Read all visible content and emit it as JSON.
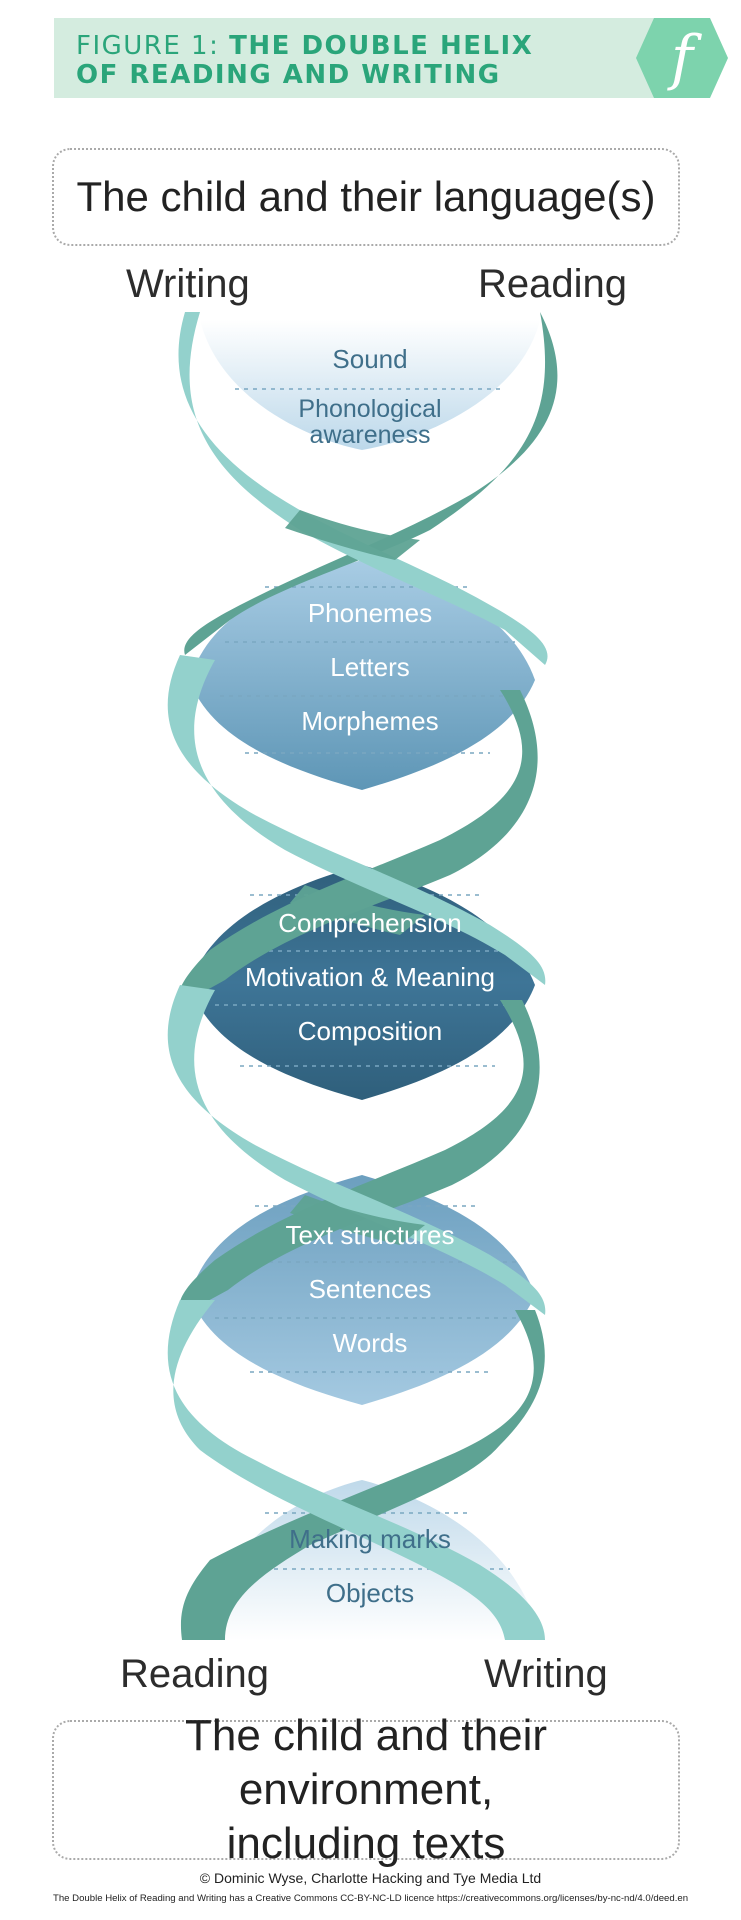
{
  "figure": {
    "label": "FIGURE 1:",
    "title_line1": "THE DOUBLE HELIX",
    "title_line2": "OF READING AND WRITING",
    "logo_letter": "f"
  },
  "top_box": "The child and their language(s)",
  "top_left": "Writing",
  "top_right": "Reading",
  "rungs": {
    "r1": "Sound",
    "r2a": "Phonological",
    "r2b": "awareness",
    "r3": "Phonemes",
    "r4": "Letters",
    "r5": "Morphemes",
    "r6": "Comprehension",
    "r7": "Motivation & Meaning",
    "r8": "Composition",
    "r9": "Text structures",
    "r10": "Sentences",
    "r11": "Words",
    "r12": "Making marks",
    "r13": "Objects"
  },
  "bottom_left": "Reading",
  "bottom_right": "Writing",
  "bottom_box_line1": "The child and their environment,",
  "bottom_box_line2": "including texts",
  "copyright": "© Dominic Wyse, Charlotte Hacking and Tye Media Ltd",
  "licence": "The Double Helix of Reading and Writing has a Creative Commons CC-BY-NC-LD licence  https://creativecommons.org/licenses/by-nc-nd/4.0/deed.en",
  "colors": {
    "strand_light": "#93d1cc",
    "strand_dark": "#5ea394",
    "banner": "#d4ecdf",
    "accent": "#2aa57a"
  }
}
